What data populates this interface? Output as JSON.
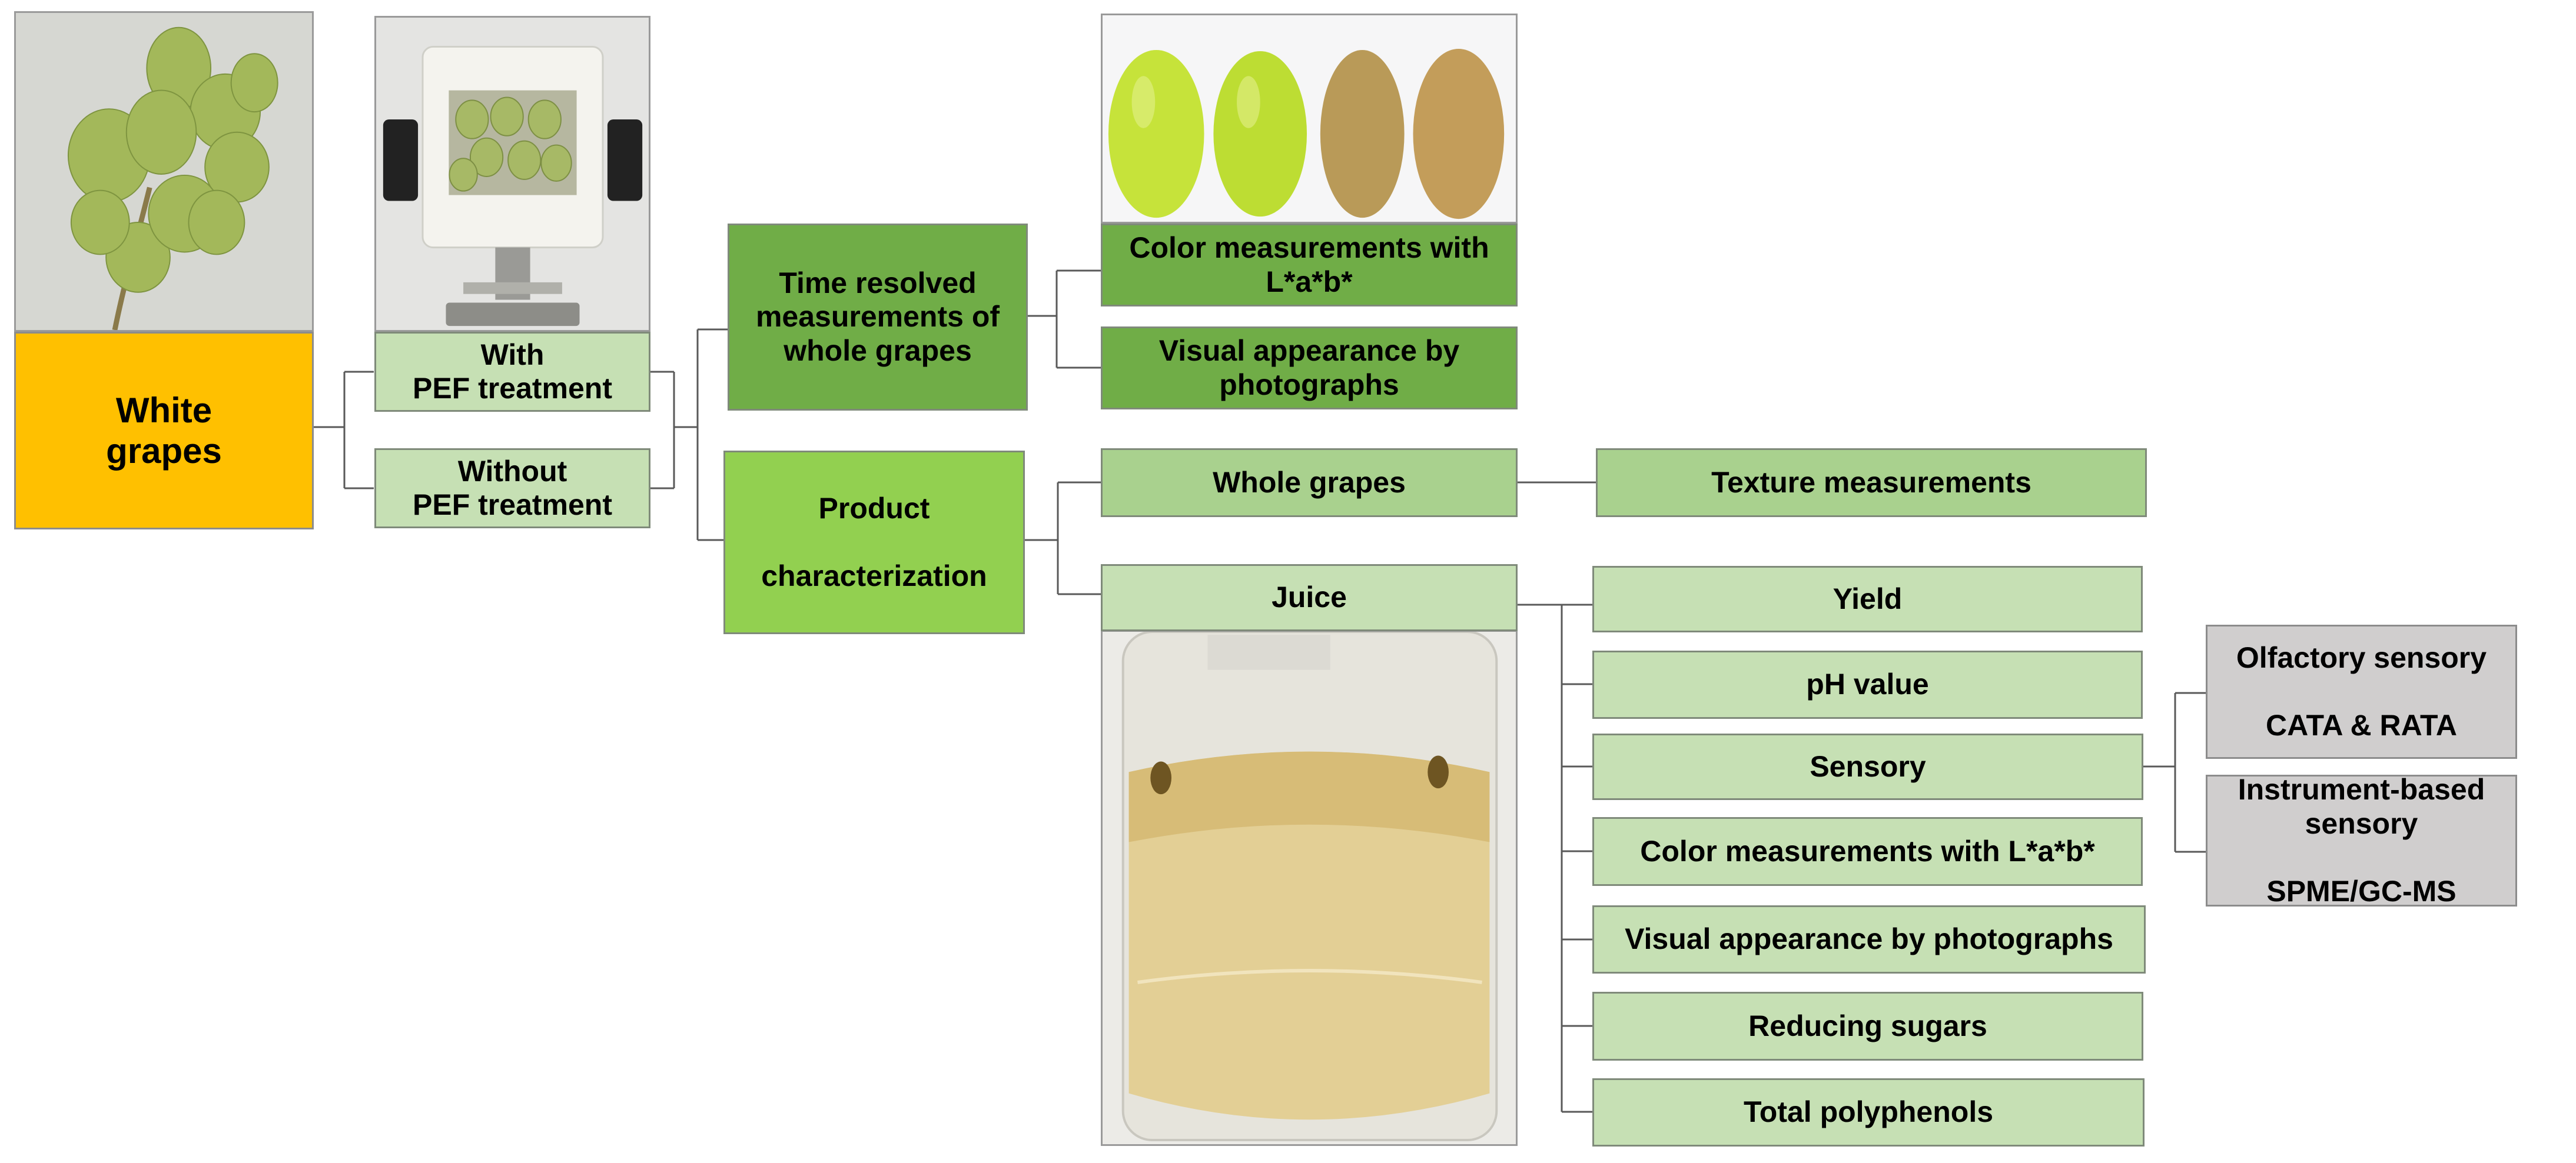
{
  "colors": {
    "light_green": "#c6e0b4",
    "mid_green": "#a9d18e",
    "dark_green": "#70ad47",
    "bright_green": "#92d050",
    "gray": "#d0cece",
    "orange": "#ffc000",
    "connector": "#595959"
  },
  "images": {
    "grapes_photo": "grape-bunch-image",
    "pef_device_photo": "pef-chamber-image",
    "grape_berries_photo": "grape-berries-image",
    "juice_photo": "juice-beaker-image"
  },
  "nodes": {
    "white_grapes": "White\ngrapes",
    "with_pef": "With\nPEF treatment",
    "without_pef": "Without\nPEF treatment",
    "time_resolved": "Time resolved\nmeasurements of\nwhole grapes",
    "product_characterization": "Product\n\ncharacterization",
    "color_whole": "Color measurements with\nL*a*b*",
    "visual_whole": "Visual appearance by\nphotographs",
    "whole_grapes": "Whole grapes",
    "texture": "Texture measurements",
    "juice": "Juice",
    "yield": "Yield",
    "ph": "pH value",
    "sensory": "Sensory",
    "color_juice": "Color measurements with L*a*b*",
    "visual_juice": "Visual appearance by photographs",
    "reducing_sugars": "Reducing sugars",
    "total_polyphenols": "Total polyphenols",
    "olfactory": "Olfactory sensory\n\nCATA & RATA",
    "instrument": "Instrument-based\nsensory\n\nSPME/GC-MS"
  }
}
